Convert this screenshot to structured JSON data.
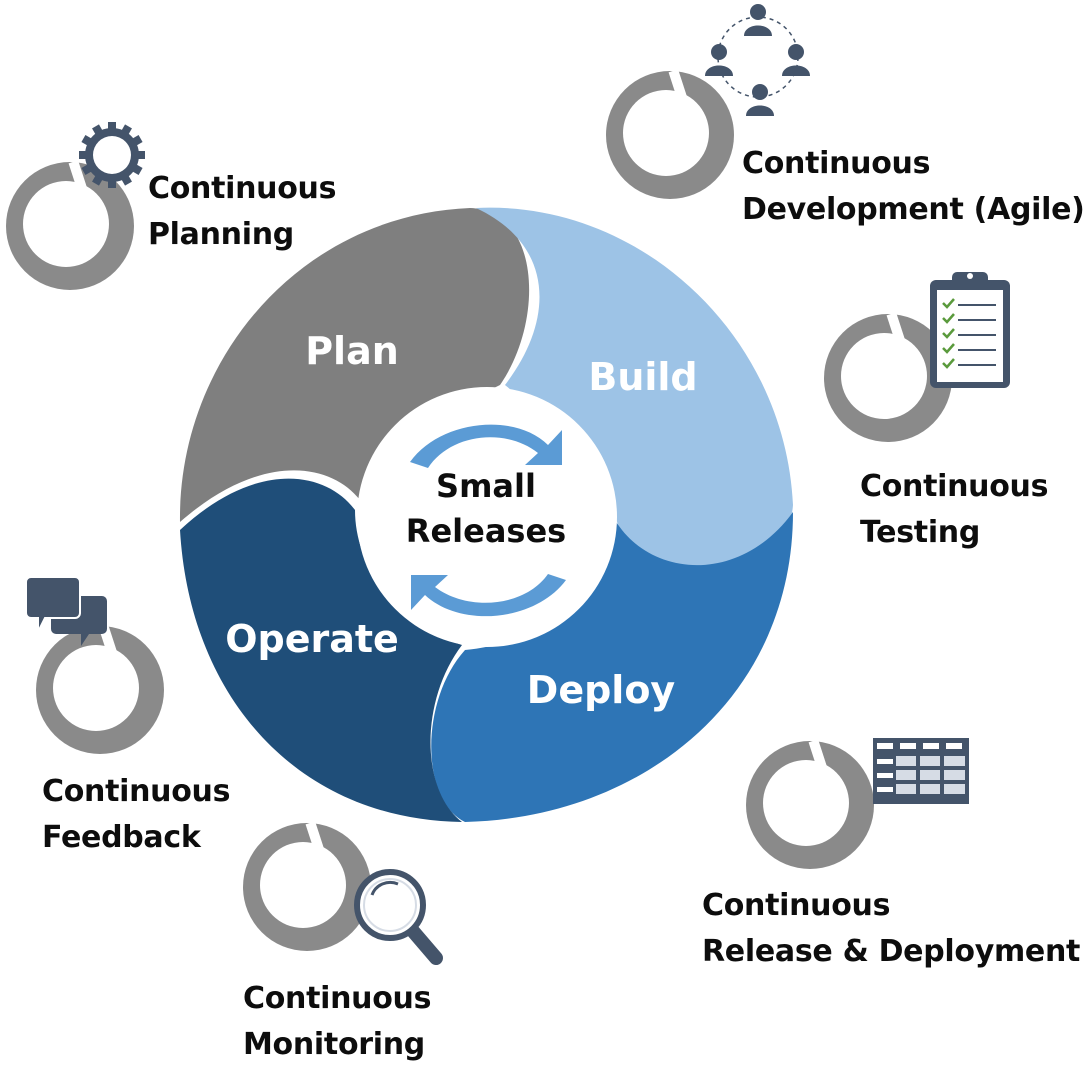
{
  "colors": {
    "plan": "#7f7f7f",
    "build": "#9dc3e6",
    "deploy": "#2e75b6",
    "operate": "#1f4e79",
    "arrows": "#5b9bd5",
    "ring": "#8a8a8a",
    "icon": "#44546a",
    "text": "#0d0d0d"
  },
  "cycle": {
    "center_line1": "Small",
    "center_line2": "Releases",
    "segments": {
      "plan": "Plan",
      "build": "Build",
      "deploy": "Deploy",
      "operate": "Operate"
    }
  },
  "practices": {
    "planning": {
      "line1": "Continuous",
      "line2": "Planning",
      "icon": "gear-icon"
    },
    "development": {
      "line1": "Continuous",
      "line2": "Development (Agile)",
      "icon": "team-network-icon"
    },
    "testing": {
      "line1": "Continuous",
      "line2": "Testing",
      "icon": "clipboard-checklist-icon"
    },
    "release": {
      "line1": "Continuous",
      "line2": "Release & Deployment",
      "icon": "table-grid-icon"
    },
    "monitoring": {
      "line1": "Continuous",
      "line2": "Monitoring",
      "icon": "magnifier-icon"
    },
    "feedback": {
      "line1": "Continuous",
      "line2": "Feedback",
      "icon": "chat-bubbles-icon"
    }
  }
}
